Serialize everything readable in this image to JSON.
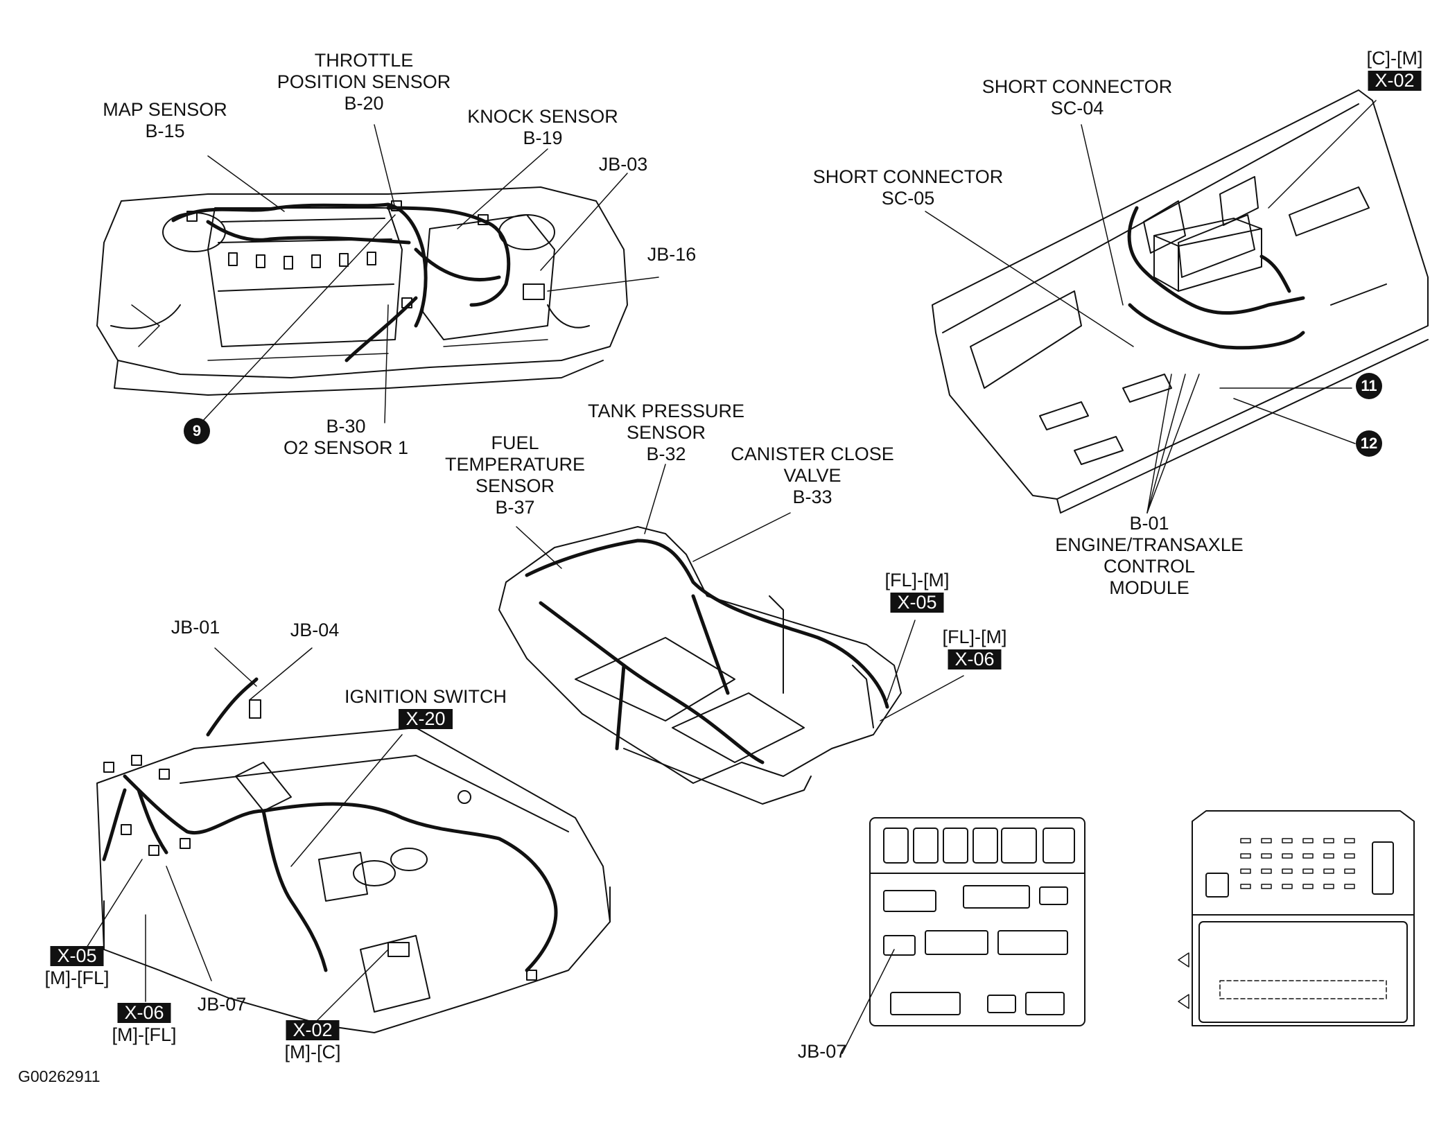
{
  "engine": {
    "throttle_sensor": [
      "THROTTLE",
      "POSITION SENSOR",
      "B-20"
    ],
    "map_sensor": [
      "MAP SENSOR",
      "B-15"
    ],
    "knock_sensor": [
      "KNOCK SENSOR",
      "B-19"
    ],
    "jb03": "JB-03",
    "jb16": "JB-16",
    "o2_sensor": [
      "B-30",
      "O2 SENSOR 1"
    ],
    "callout_9": "9"
  },
  "ecm": {
    "cm_label": "[C]-[M]",
    "x02_tag": "X-02",
    "short_sc04": [
      "SHORT CONNECTOR",
      "SC-04"
    ],
    "short_sc05": [
      "SHORT CONNECTOR",
      "SC-05"
    ],
    "callout_11": "11",
    "callout_12": "12",
    "module": [
      "B-01",
      "ENGINE/TRANSAXLE",
      "CONTROL",
      "MODULE"
    ]
  },
  "floor": {
    "tank_pressure": [
      "TANK PRESSURE",
      "SENSOR",
      "B-32"
    ],
    "fuel_temp": [
      "FUEL",
      "TEMPERATURE",
      "SENSOR",
      "B-37"
    ],
    "canister": [
      "CANISTER CLOSE",
      "VALVE",
      "B-33"
    ],
    "x05_route": "[FL]-[M]",
    "x05_tag": "X-05",
    "x06_route": "[FL]-[M]",
    "x06_tag": "X-06"
  },
  "dash": {
    "jb01": "JB-01",
    "jb04": "JB-04",
    "ignition": "IGNITION SWITCH",
    "x20_tag": "X-20",
    "x05_tag": "X-05",
    "x05_route": "[M]-[FL]",
    "x06_tag": "X-06",
    "x06_route": "[M]-[FL]",
    "jb07": "JB-07",
    "x02_tag": "X-02",
    "x02_route": "[M]-[C]"
  },
  "junction_box": {
    "jb07": "JB-07"
  },
  "figure_id": "G00262911"
}
